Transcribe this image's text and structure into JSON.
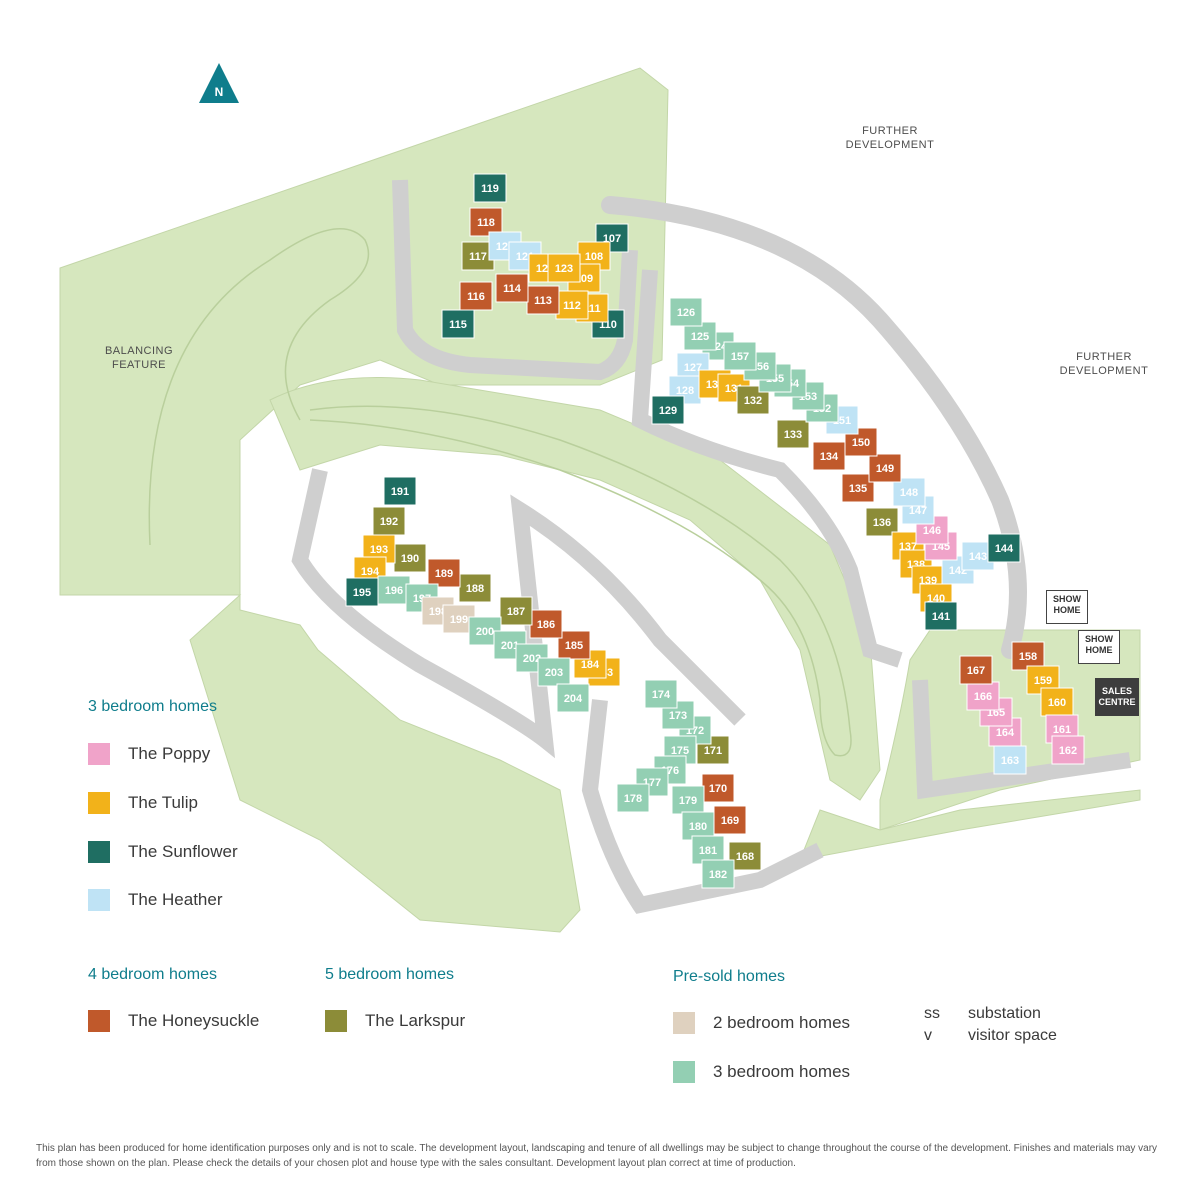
{
  "map": {
    "north_label": "N",
    "area_labels": {
      "balancing_feature": "BALANCING FEATURE",
      "further_development_top": "FURTHER DEVELOPMENT",
      "further_development_right": "FURTHER DEVELOPMENT"
    },
    "badges": {
      "show_home_1": "SHOW HOME",
      "show_home_2": "SHOW HOME",
      "sales_centre": "SALES CENTRE"
    },
    "colors": {
      "poppy": "#f0a3c9",
      "tulip": "#f2b21a",
      "sunflower": "#1f6e62",
      "heather": "#bfe3f5",
      "honeysuckle": "#c0592b",
      "larkspur": "#8c8c38",
      "presold_2bed": "#dfd1bf",
      "presold_3bed": "#93cfb3",
      "green_space": "#d6e7be",
      "road": "#d0d0d0"
    },
    "plots": [
      {
        "n": "107",
        "t": "sunflower"
      },
      {
        "n": "108",
        "t": "tulip"
      },
      {
        "n": "109",
        "t": "tulip"
      },
      {
        "n": "110",
        "t": "sunflower"
      },
      {
        "n": "111",
        "t": "tulip"
      },
      {
        "n": "112",
        "t": "tulip"
      },
      {
        "n": "113",
        "t": "honeysuckle"
      },
      {
        "n": "114",
        "t": "honeysuckle"
      },
      {
        "n": "115",
        "t": "sunflower"
      },
      {
        "n": "116",
        "t": "honeysuckle"
      },
      {
        "n": "117",
        "t": "larkspur"
      },
      {
        "n": "118",
        "t": "honeysuckle"
      },
      {
        "n": "119",
        "t": "sunflower"
      },
      {
        "n": "120",
        "t": "heather"
      },
      {
        "n": "121",
        "t": "heather"
      },
      {
        "n": "122",
        "t": "tulip"
      },
      {
        "n": "123",
        "t": "tulip"
      },
      {
        "n": "124",
        "t": "presold_3bed"
      },
      {
        "n": "125",
        "t": "presold_3bed"
      },
      {
        "n": "126",
        "t": "presold_3bed"
      },
      {
        "n": "127",
        "t": "heather"
      },
      {
        "n": "128",
        "t": "heather"
      },
      {
        "n": "129",
        "t": "sunflower"
      },
      {
        "n": "130",
        "t": "tulip"
      },
      {
        "n": "131",
        "t": "tulip"
      },
      {
        "n": "132",
        "t": "larkspur"
      },
      {
        "n": "133",
        "t": "larkspur"
      },
      {
        "n": "134",
        "t": "honeysuckle"
      },
      {
        "n": "135",
        "t": "honeysuckle"
      },
      {
        "n": "136",
        "t": "larkspur"
      },
      {
        "n": "137",
        "t": "tulip"
      },
      {
        "n": "138",
        "t": "tulip"
      },
      {
        "n": "139",
        "t": "tulip"
      },
      {
        "n": "140",
        "t": "tulip"
      },
      {
        "n": "141",
        "t": "sunflower"
      },
      {
        "n": "142",
        "t": "heather"
      },
      {
        "n": "143",
        "t": "heather"
      },
      {
        "n": "144",
        "t": "sunflower"
      },
      {
        "n": "145",
        "t": "poppy"
      },
      {
        "n": "146",
        "t": "poppy"
      },
      {
        "n": "147",
        "t": "heather"
      },
      {
        "n": "148",
        "t": "heather"
      },
      {
        "n": "149",
        "t": "honeysuckle"
      },
      {
        "n": "150",
        "t": "honeysuckle"
      },
      {
        "n": "151",
        "t": "heather"
      },
      {
        "n": "152",
        "t": "presold_3bed"
      },
      {
        "n": "153",
        "t": "presold_3bed"
      },
      {
        "n": "154",
        "t": "presold_3bed"
      },
      {
        "n": "155",
        "t": "presold_3bed"
      },
      {
        "n": "156",
        "t": "presold_3bed"
      },
      {
        "n": "157",
        "t": "presold_3bed"
      },
      {
        "n": "158",
        "t": "honeysuckle"
      },
      {
        "n": "159",
        "t": "tulip"
      },
      {
        "n": "160",
        "t": "tulip"
      },
      {
        "n": "161",
        "t": "poppy"
      },
      {
        "n": "162",
        "t": "poppy"
      },
      {
        "n": "163",
        "t": "heather"
      },
      {
        "n": "164",
        "t": "poppy"
      },
      {
        "n": "165",
        "t": "poppy"
      },
      {
        "n": "166",
        "t": "poppy"
      },
      {
        "n": "167",
        "t": "honeysuckle"
      },
      {
        "n": "168",
        "t": "larkspur"
      },
      {
        "n": "169",
        "t": "honeysuckle"
      },
      {
        "n": "170",
        "t": "honeysuckle"
      },
      {
        "n": "171",
        "t": "larkspur"
      },
      {
        "n": "172",
        "t": "presold_3bed"
      },
      {
        "n": "173",
        "t": "presold_3bed"
      },
      {
        "n": "174",
        "t": "presold_3bed"
      },
      {
        "n": "175",
        "t": "presold_3bed"
      },
      {
        "n": "176",
        "t": "presold_3bed"
      },
      {
        "n": "177",
        "t": "presold_3bed"
      },
      {
        "n": "178",
        "t": "presold_3bed"
      },
      {
        "n": "179",
        "t": "presold_3bed"
      },
      {
        "n": "180",
        "t": "presold_3bed"
      },
      {
        "n": "181",
        "t": "presold_3bed"
      },
      {
        "n": "182",
        "t": "presold_3bed"
      },
      {
        "n": "183",
        "t": "tulip"
      },
      {
        "n": "184",
        "t": "tulip"
      },
      {
        "n": "185",
        "t": "honeysuckle"
      },
      {
        "n": "186",
        "t": "honeysuckle"
      },
      {
        "n": "187",
        "t": "larkspur"
      },
      {
        "n": "188",
        "t": "larkspur"
      },
      {
        "n": "189",
        "t": "honeysuckle"
      },
      {
        "n": "190",
        "t": "larkspur"
      },
      {
        "n": "191",
        "t": "sunflower"
      },
      {
        "n": "192",
        "t": "larkspur"
      },
      {
        "n": "193",
        "t": "tulip"
      },
      {
        "n": "194",
        "t": "tulip"
      },
      {
        "n": "195",
        "t": "sunflower"
      },
      {
        "n": "196",
        "t": "presold_3bed"
      },
      {
        "n": "197",
        "t": "presold_3bed"
      },
      {
        "n": "198",
        "t": "presold_2bed"
      },
      {
        "n": "199",
        "t": "presold_2bed"
      },
      {
        "n": "200",
        "t": "presold_3bed"
      },
      {
        "n": "201",
        "t": "presold_3bed"
      },
      {
        "n": "202",
        "t": "presold_3bed"
      },
      {
        "n": "203",
        "t": "presold_3bed"
      },
      {
        "n": "204",
        "t": "presold_3bed"
      }
    ]
  },
  "legend": {
    "three_bed_heading": "3 bedroom homes",
    "three_bed_items": [
      "The Poppy",
      "The Tulip",
      "The Sunflower",
      "The Heather"
    ],
    "four_bed_heading": "4 bedroom homes",
    "four_bed_items": [
      "The Honeysuckle"
    ],
    "five_bed_heading": "5 bedroom homes",
    "five_bed_items": [
      "The Larkspur"
    ],
    "presold_heading": "Pre-sold homes",
    "presold_items": [
      "2 bedroom homes",
      "3 bedroom homes"
    ],
    "key": [
      {
        "code": "ss",
        "meaning": "substation"
      },
      {
        "code": "v",
        "meaning": "visitor space"
      }
    ]
  },
  "disclaimer": "This plan has been produced for home identification purposes only and is not to scale. The development layout, landscaping and tenure of all dwellings may be subject to change throughout the course of the development. Finishes and materials may vary from those shown on the plan. Please check the details of your chosen plot and house type with the sales consultant. Development layout plan correct at time of production."
}
